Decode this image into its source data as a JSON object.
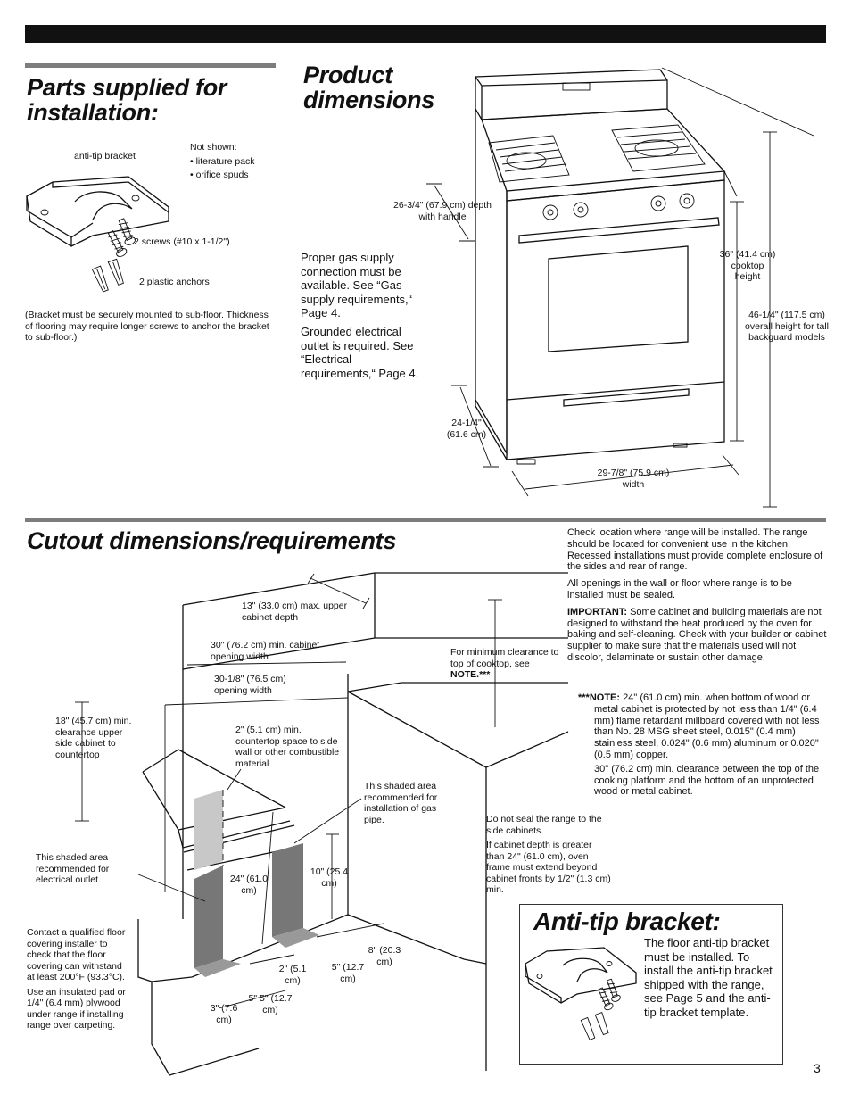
{
  "page_number": "3",
  "parts": {
    "title_line1": "Parts supplied for",
    "title_line2": "installation:",
    "anti_tip_label": "anti-tip bracket",
    "not_shown_title": "Not shown:",
    "not_shown_items": [
      "• literature pack",
      "• orifice spuds"
    ],
    "screws_label": "2 screws  (#10 x 1-1/2\")",
    "anchors_label": "2 plastic anchors",
    "bracket_note": "(Bracket must be securely mounted to sub-floor. Thickness of flooring may require longer screws to anchor the bracket to sub-floor.)"
  },
  "product": {
    "title_line1": "Product",
    "title_line2": "dimensions",
    "gas_note": "Proper gas supply connection must be available. See “Gas supply requirements,“ Page 4.",
    "electric_note": "Grounded electrical outlet is required. See “Electrical requirements,“ Page 4.",
    "depth_handle": "26-3/4\" (67.9 cm) depth with handle",
    "cooktop_height": "36\" (41.4 cm) cooktop height",
    "overall_height": "46-1/4\" (117.5 cm) overall height for tall backguard models",
    "depth": "24-1/4\" (61.6 cm)",
    "width": "29-7/8\" (75.9 cm) width"
  },
  "cutout": {
    "title": "Cutout dimensions/requirements",
    "upper_depth": "13\" (33.0 cm) max. upper cabinet depth",
    "cab_opening": "30\" (76.2 cm) min. cabinet opening width",
    "opening_width": "30-1/8\" (76.5 cm) opening width",
    "clearance_18": "18\" (45.7 cm) min. clearance upper side cabinet to countertop",
    "countertop_space": "2\" (5.1 cm) min. countertop space to side wall or other combustible material",
    "min_clearance": "For minimum clearance to top of cooktop, see",
    "min_clearance_bold": "NOTE.***",
    "gas_area": "This shaded area recommended for installation of gas pipe.",
    "electrical_area": "This shaded area recommended for electrical outlet.",
    "dim_24": "24\" (61.0 cm)",
    "dim_10": "10\" (25.4 cm)",
    "dim_8": "8\" (20.3 cm)",
    "dim_5a": "5\" (12.7 cm)",
    "dim_2": "2\" (5.1 cm)",
    "dim_5b": "5\" 5\" (12.7 cm)",
    "dim_3": "3\" (7.6 cm)",
    "floor_note1": "Contact a qualified floor covering installer to check that the floor covering can withstand at least 200°F (93.3°C).",
    "floor_note2": "Use an insulated pad or 1/4\" (6.4 mm) plywood under range if installing range over carpeting.",
    "seal_note1": "Do not seal the range to the side cabinets.",
    "seal_note2": "If cabinet depth is greater than 24\" (61.0 cm), oven frame must extend beyond cabinet fronts by 1/2\" (1.3 cm) min."
  },
  "right_notes": {
    "p1": "Check location where range will be installed. The range should be located for convenient use in the kitchen. Recessed installations must provide complete enclosure of the sides and rear of range.",
    "p2": "All openings in the wall or floor where range is to be installed must be sealed.",
    "important_label": "IMPORTANT:",
    "important_text": " Some cabinet and building materials are not designed to withstand the heat produced by the oven for baking and self-cleaning. Check with your builder or cabinet supplier to make sure that the materials used will not discolor, delaminate or sustain other damage.",
    "note_label": "***NOTE:",
    "note_text": " 24\" (61.0 cm) min. when bottom of wood or metal cabinet is protected by not less than 1/4\" (6.4 mm) flame retardant millboard covered with not less than No. 28 MSG sheet steel, 0.015\" (0.4 mm) stainless steel, 0.024\" (0.6 mm) aluminum or 0.020\" (0.5 mm) copper.",
    "note_text2": "30\" (76.2 cm) min. clearance between the top of the cooking platform and the bottom of an unprotected wood or metal cabinet."
  },
  "anti_tip": {
    "title": "Anti-tip bracket:",
    "text": "The floor anti-tip bracket must be installed. To install the anti-tip bracket shipped with the range, see Page 5 and the anti-tip bracket template."
  }
}
